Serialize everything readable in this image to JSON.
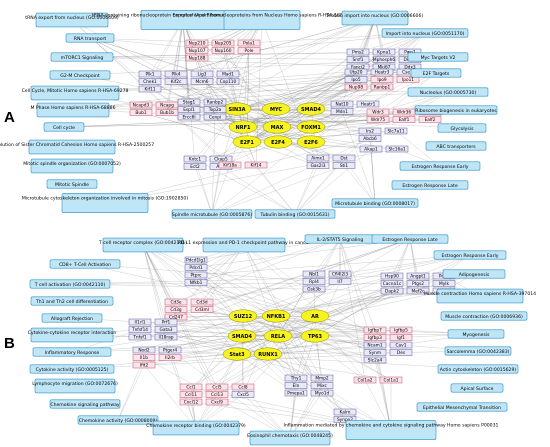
{
  "panels": [
    {
      "label": "A",
      "tfs": [
        "SIN3A",
        "MYC",
        "SMAD4",
        "NRF1",
        "MAX",
        "FOXM1",
        "E2F1",
        "E2F4",
        "E2F6"
      ],
      "terms": [
        "tRNA export from nucleus (GO:0006409)",
        "tRNA-containing ribonucleoprotein complex export from nucleus (GO:0071431)",
        "Export of Viral Ribonucleoproteins from Nucleus Homo sapiens R-HSA-168274",
        "Protein import into nucleus (GO:0006606)",
        "RNA transport",
        "Import into nucleus (GO:0051170)",
        "mTORC1 Signaling",
        "Myc Targets V2",
        "G2-M Checkpoint",
        "E2F Targets",
        "Cell Cycle, Mitotic Homo sapiens R-HSA-69278",
        "Nucleolus (GO:0005730)",
        "M Phase Homo sapiens R-HSA-68886",
        "Ribosome biogenesis in eukaryotes",
        "Cell cycle",
        "Glycolysis",
        "Resolution of Sister Chromatid Cohesion Homo sapiens R-HSA-2500257",
        "ABC transporters",
        "Mitotic spindle organization (GO:0007052)",
        "Estrogen Response Early",
        "Mitotic Spindle",
        "Estrogen Response Late",
        "Microtubule cytoskeleton organization involved in mitosis (GO:1902850)",
        "Microtubule binding (GO:0008017)",
        "Spindle microtubule (GO:0005876)",
        "Tubulin binding (GO:0015631)"
      ],
      "genes": [
        "Nup210",
        "Nup205",
        "Pola1",
        "Nup107",
        "Nup160",
        "Pole",
        "Nup188",
        "Pms2",
        "Kpna1",
        "Pwp1",
        "Srsf1",
        "Mphosph6",
        "Dimt1",
        "Fanci2",
        "Mki67",
        "Ddx3",
        "Utp20",
        "Heatr3",
        "Cse1l",
        "Ipo5",
        "Ipo9",
        "Ipo11",
        "Nup98",
        "Ranbp1",
        "Plk1",
        "Plk4",
        "Lig3",
        "Mad1",
        "Chek1",
        "Kif2c",
        "Mcm6",
        "Cop110",
        "Kif11",
        "Ncapd3",
        "Ncapg",
        "Bub1",
        "Bub1b",
        "Stag1",
        "Ranbp2",
        "Espl1",
        "Top2a",
        "Ercc6l",
        "Cenpi",
        "Nat10",
        "Heatr1",
        "Mdn1",
        "Wdr3",
        "Wdr36",
        "Wdr43",
        "Wdr75",
        "Ealf1",
        "Ealf2",
        "Irs2",
        "Slc7a11",
        "Abcb6",
        "Akap1",
        "Slc16a1",
        "Kntc1",
        "Ckap5",
        "Ect2",
        "Anln",
        "Kif18a",
        "Kif14",
        "Aimx1",
        "Dst",
        "Gas2l3",
        "Sti1"
      ]
    },
    {
      "label": "B",
      "tfs": [
        "SUZ12",
        "NFKB1",
        "AR",
        "SMAD4",
        "RELA",
        "TP63",
        "Stat3",
        "RUNX1"
      ],
      "terms": [
        "T cell receptor complex (GO:0042101)",
        "PD-L1 expression and PD-1 checkpoint pathway in cancer",
        "IL-2/STAT5 Signaling",
        "Estrogen Response Late",
        "Estrogen Response Early",
        "CD8+ T-Cell Activation",
        "T cell activation (GO:0042110)",
        "Adipogenesis",
        "Th1 and Th2 cell differentiation",
        "Muscle contraction Homo sapiens R-HSA-397014",
        "Allograft Rejection",
        "Muscle contraction (GO:0006936)",
        "Cytokine-cytokine receptor interaction",
        "Myogenesis",
        "Inflammatory Response",
        "Sarcolemma (GO:0042383)",
        "Cytokine activity (GO:0005125)",
        "Actin cytoskeleton (GO:0015629)",
        "Lymphocyte migration (GO:0072676)",
        "Apical Surface",
        "Chemokine signaling pathway",
        "Epithelial Mesenchymal Transition",
        "Chemokine activity (GO:0008009)",
        "Chemokine receptor binding (GO:0042379)",
        "Eosinophil chemotaxis (GO:0048245)",
        "Inflammation mediated by chemokine and cytokine signaling pathway Homo sapiens P00031"
      ],
      "genes": [
        "Pdcd1lg1",
        "Pdcd1",
        "Ptprc",
        "Nfkb1",
        "Cd3e",
        "Cd3d",
        "Cd3g",
        "Cd3ml",
        "Cd247",
        "Nbl1",
        "Cfl4l2l3",
        "Rpl4",
        "Il7",
        "Gsk3b",
        "Hsp90",
        "Angpt1",
        "Pdxk",
        "Cacna1c",
        "Ptgs2",
        "Mylk",
        "Dapk2",
        "Mef2c",
        "Pgam2",
        "Il1rl1",
        "Prf1",
        "Tnfsf14",
        "Gata3",
        "Tnfsf1",
        "Il18rap",
        "Igfbp7",
        "Igfbp5",
        "Igfbp3",
        "Igf1",
        "Ncam1",
        "Cav1",
        "Synm",
        "Des",
        "Slc2a4",
        "Nod2",
        "Ptger4",
        "Il1b",
        "Il2rb",
        "Ifit2",
        "Ccl1",
        "Ccl5",
        "Ccl8",
        "Ccl11",
        "Ccl13",
        "Cxcl5",
        "Cxcl12",
        "Cxcl9",
        "Thy1",
        "Mmp2",
        "Eln",
        "Mixc",
        "Pmepa1",
        "Myo1d",
        "Kalrn",
        "Synpo2",
        "Col1a2",
        "Col1a1"
      ]
    }
  ]
}
